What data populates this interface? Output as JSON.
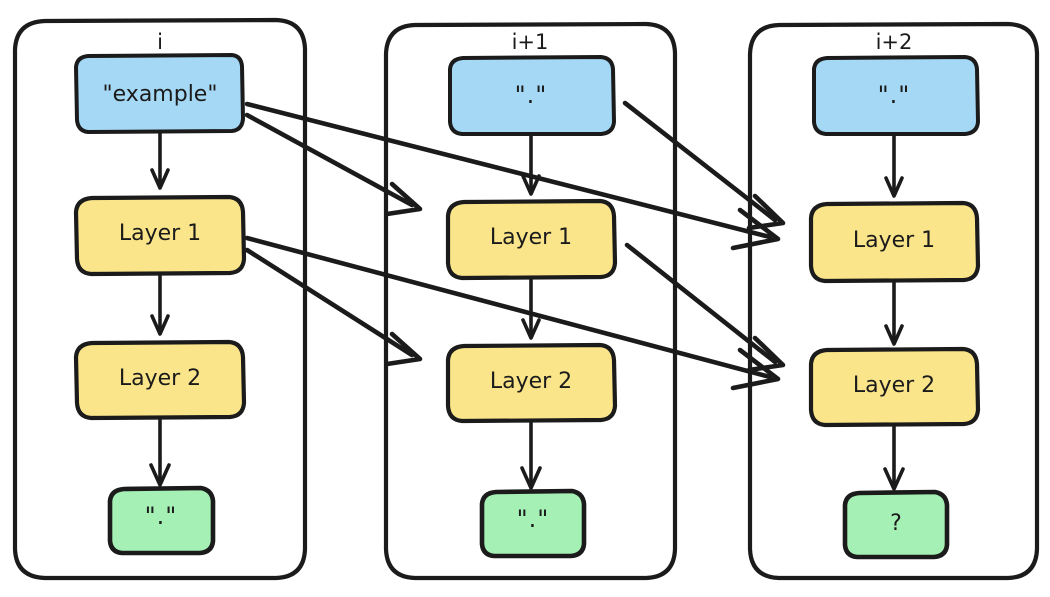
{
  "diagram": {
    "type": "sequence-unrolled-network",
    "style": "hand-drawn",
    "colors": {
      "stroke": "#1b1b1b",
      "background": "#ffffff",
      "input_fill": "#a5d8f5",
      "layer_fill": "#fbe58a",
      "output_fill": "#a5f0b5",
      "panel_stroke": "#1b1b1b"
    },
    "panels": [
      {
        "id": "panel-i",
        "title": "i",
        "nodes": [
          {
            "id": "i-input",
            "kind": "input",
            "label": "\"example\""
          },
          {
            "id": "i-l1",
            "kind": "layer",
            "label": "Layer 1"
          },
          {
            "id": "i-l2",
            "kind": "layer",
            "label": "Layer 2"
          },
          {
            "id": "i-output",
            "kind": "output",
            "label": "\".\""
          }
        ]
      },
      {
        "id": "panel-i1",
        "title": "i+1",
        "nodes": [
          {
            "id": "i1-input",
            "kind": "input",
            "label": "\".\""
          },
          {
            "id": "i1-l1",
            "kind": "layer",
            "label": "Layer 1"
          },
          {
            "id": "i1-l2",
            "kind": "layer",
            "label": "Layer 2"
          },
          {
            "id": "i1-output",
            "kind": "output",
            "label": "\".\""
          }
        ]
      },
      {
        "id": "panel-i2",
        "title": "i+2",
        "nodes": [
          {
            "id": "i2-input",
            "kind": "input",
            "label": "\".\""
          },
          {
            "id": "i2-l1",
            "kind": "layer",
            "label": "Layer 1"
          },
          {
            "id": "i2-l2",
            "kind": "layer",
            "label": "Layer 2"
          },
          {
            "id": "i2-output",
            "kind": "output",
            "label": "?"
          }
        ]
      }
    ],
    "edges_vertical": [
      {
        "from": "i-input",
        "to": "i-l1"
      },
      {
        "from": "i-l1",
        "to": "i-l2"
      },
      {
        "from": "i-l2",
        "to": "i-output"
      },
      {
        "from": "i1-input",
        "to": "i1-l1"
      },
      {
        "from": "i1-l1",
        "to": "i1-l2"
      },
      {
        "from": "i1-l2",
        "to": "i1-output"
      },
      {
        "from": "i2-input",
        "to": "i2-l1"
      },
      {
        "from": "i2-l1",
        "to": "i2-l2"
      },
      {
        "from": "i2-l2",
        "to": "i2-output"
      }
    ],
    "edges_cross": [
      {
        "from": "i-input",
        "to": "i1-l1"
      },
      {
        "from": "i-input",
        "to": "i2-l1"
      },
      {
        "from": "i-l1",
        "to": "i1-l2"
      },
      {
        "from": "i-l1",
        "to": "i2-l2"
      },
      {
        "from": "i1-input",
        "to": "i2-l1"
      },
      {
        "from": "i1-l1",
        "to": "i2-l2"
      }
    ]
  }
}
